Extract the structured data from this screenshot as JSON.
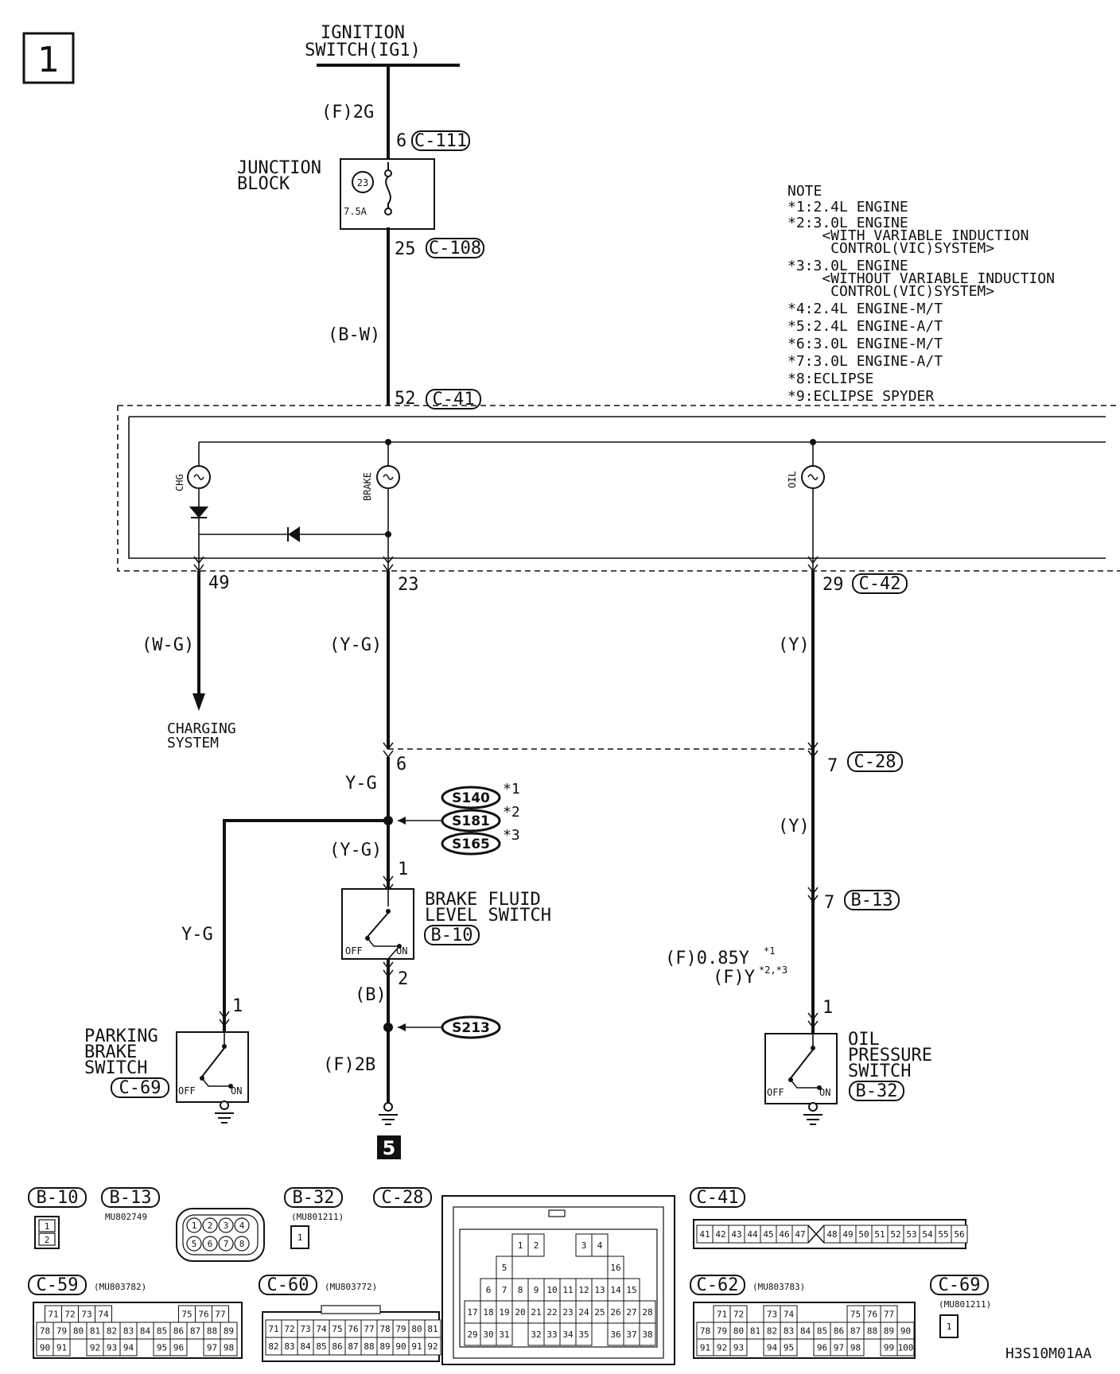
{
  "page_label": "1",
  "footer_code": "H3S10M01AA",
  "section_ref": "5",
  "ignition": {
    "line1": "IGNITION",
    "line2": "SWITCH(IG1)"
  },
  "junction": {
    "line1": "JUNCTION",
    "line2": "BLOCK",
    "fuse_no": "23",
    "fuse_amp": "7.5A"
  },
  "wire_labels": {
    "f2g": "(F)2G",
    "bw": "(B-W)",
    "wg": "(W-G)",
    "yg_par1": "(Y-G)",
    "y_par1": "(Y)",
    "yg_plain1": "Y-G",
    "yg_par2": "(Y-G)",
    "y_par2": "(Y)",
    "yg_plain2": "Y-G",
    "b_par": "(B)",
    "f2b": "(F)2B",
    "f085y": "(F)0.85Y",
    "f085y_sup": "*1",
    "fy": "(F)Y",
    "fy_sup": "*2,*3"
  },
  "pins": {
    "p6_top": "6",
    "p25": "25",
    "p52": "52",
    "p49": "49",
    "p23": "23",
    "p29": "29",
    "p6_mid": "6",
    "p7_c28": "7",
    "p7_b13": "7",
    "p1_bfl": "1",
    "p2_bfl": "2",
    "p1_park": "1",
    "p1_oil": "1"
  },
  "connectors": {
    "c111": "C-111",
    "c108": "C-108",
    "c41": "C-41",
    "c42": "C-42",
    "c28": "C-28",
    "b13": "B-13",
    "b10": "B-10",
    "c69": "C-69",
    "b32": "B-32"
  },
  "lamps": {
    "chg": "CHG",
    "brake": "BRAKE",
    "oil": "OIL"
  },
  "charging": {
    "line1": "CHARGING",
    "line2": "SYSTEM"
  },
  "splices": [
    {
      "label": "S140",
      "note": "*1"
    },
    {
      "label": "S181",
      "note": "*2"
    },
    {
      "label": "S165",
      "note": "*3"
    }
  ],
  "splice_ground": "S213",
  "switch_states": {
    "off": "OFF",
    "on": "ON"
  },
  "brake_fluid": {
    "line1": "BRAKE FLUID",
    "line2": "LEVEL SWITCH"
  },
  "parking_brake": {
    "line1": "PARKING",
    "line2": "BRAKE",
    "line3": "SWITCH"
  },
  "oil_pressure": {
    "line1": "OIL",
    "line2": "PRESSURE",
    "line3": "SWITCH"
  },
  "note": {
    "title": "NOTE",
    "lines": [
      "*1:2.4L ENGINE",
      "*2:3.0L ENGINE",
      "    <WITH VARIABLE INDUCTION",
      "     CONTROL(VIC)SYSTEM>",
      "*3:3.0L ENGINE",
      "    <WITHOUT VARIABLE INDUCTION",
      "     CONTROL(VIC)SYSTEM>",
      "*4:2.4L ENGINE-M/T",
      "*5:2.4L ENGINE-A/T",
      "*6:3.0L ENGINE-M/T",
      "*7:3.0L ENGINE-A/T",
      "*8:ECLIPSE",
      "*9:ECLIPSE SPYDER"
    ]
  },
  "legend": {
    "b10": "B-10",
    "b13": "B-13",
    "b13_part": "MU802749",
    "b32": "B-32",
    "b32_part": "(MU801211)",
    "c28": "C-28",
    "c41": "C-41",
    "c59": "C-59",
    "c59_part": "(MU803782)",
    "c60": "C-60",
    "c60_part": "(MU803772)",
    "c62": "C-62",
    "c62_part": "(MU803783)",
    "c69": "C-69",
    "c69_part": "(MU801211)",
    "b10_pins": [
      "1",
      "2"
    ],
    "b13_pins": [
      "1",
      "2",
      "3",
      "4",
      "5",
      "6",
      "7",
      "8"
    ],
    "b32_pin": "1",
    "c69_pin": "1",
    "c41_pins": [
      "41",
      "42",
      "43",
      "44",
      "45",
      "46",
      "47",
      "",
      "48",
      "49",
      "50",
      "51",
      "52",
      "53",
      "54",
      "55",
      "56"
    ],
    "c59_rows": [
      [
        "71",
        "72",
        "73",
        "74",
        "",
        "",
        "",
        "",
        "75",
        "76",
        "77"
      ],
      [
        "78",
        "79",
        "80",
        "81",
        "82",
        "83",
        "84",
        "85",
        "86",
        "87",
        "88",
        "89"
      ],
      [
        "90",
        "91",
        "",
        "92",
        "93",
        "94",
        "",
        "95",
        "96",
        "",
        "97",
        "98"
      ]
    ],
    "c60_rows": [
      [
        "71",
        "72",
        "73",
        "74",
        "75",
        "76",
        "77",
        "78",
        "79",
        "80",
        "81"
      ],
      [
        "82",
        "83",
        "84",
        "85",
        "86",
        "87",
        "88",
        "89",
        "90",
        "91",
        "92"
      ]
    ],
    "c62_rows": [
      [
        "71",
        "72",
        "",
        "73",
        "74",
        "",
        "",
        "",
        "75",
        "76",
        "77"
      ],
      [
        "78",
        "79",
        "80",
        "81",
        "82",
        "83",
        "84",
        "85",
        "86",
        "87",
        "88",
        "89",
        "90"
      ],
      [
        "91",
        "92",
        "93",
        "",
        "94",
        "95",
        "",
        "96",
        "97",
        "98",
        "",
        "99",
        "100"
      ]
    ],
    "c28_rows": [
      [
        "",
        "1",
        "2",
        "",
        "",
        "3",
        "4",
        ""
      ],
      [
        "5",
        "",
        "",
        "",
        "",
        "",
        "",
        "16"
      ],
      [
        "6",
        "7",
        "8",
        "9",
        "10",
        "11",
        "12",
        "13",
        "14",
        "15"
      ],
      [
        "17",
        "18",
        "19",
        "20",
        "21",
        "22",
        "23",
        "24",
        "25",
        "26",
        "27",
        "28"
      ],
      [
        "29",
        "30",
        "31",
        "",
        "32",
        "33",
        "34",
        "35",
        "",
        "36",
        "37",
        "38"
      ]
    ]
  }
}
